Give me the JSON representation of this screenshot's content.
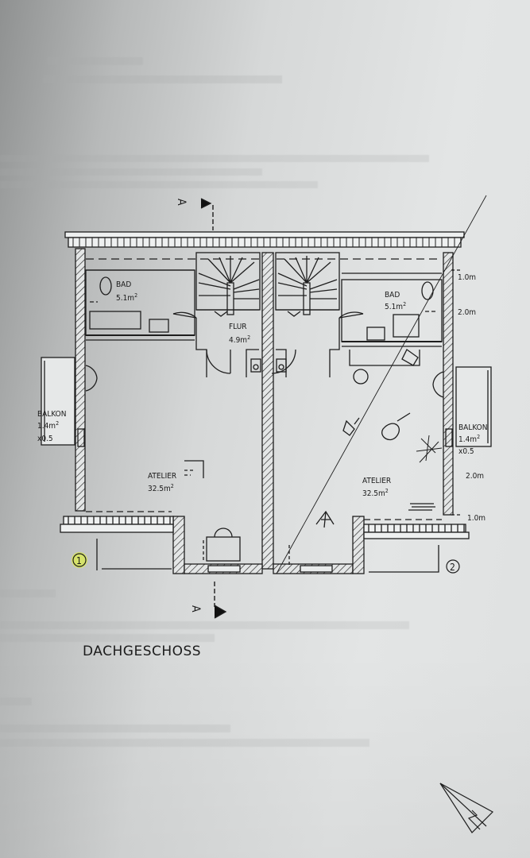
{
  "document": {
    "type": "architectural floor plan",
    "floor_title": "DACHGESCHOSS",
    "section_marker": "A",
    "units": [
      {
        "id": "1",
        "rooms": [
          {
            "name": "BAD",
            "area": "5.1m²"
          },
          {
            "name": "FLUR",
            "area": "4.9m²"
          },
          {
            "name": "ATELIER",
            "area": "32.5m²"
          },
          {
            "name": "BALKON",
            "area": "1.4m²",
            "factor": "x0.5"
          }
        ]
      },
      {
        "id": "2",
        "rooms": [
          {
            "name": "BAD",
            "area": "5.1m²"
          },
          {
            "name": "ATELIER",
            "area": "32.5m²"
          },
          {
            "name": "BALKON",
            "area": "1.4m²",
            "factor": "x0.5"
          }
        ]
      }
    ],
    "height_markers": [
      "1.0m",
      "2.0m",
      "2.0m",
      "1.0m"
    ],
    "north_arrow": "north-arrow-icon"
  },
  "labels": {
    "bad_left": "BAD",
    "bad_left_area": "5.1m",
    "bad_right": "BAD",
    "bad_right_area": "5.1m",
    "flur": "FLUR",
    "flur_area": "4.9m",
    "atelier_left": "ATELIER",
    "atelier_left_area": "32.5m",
    "atelier_right": "ATELIER",
    "atelier_right_area": "32.5m",
    "balkon_left": "BALKON",
    "balkon_left_area": "1.4m",
    "balkon_left_factor": "x0.5",
    "balkon_right": "BALKON",
    "balkon_right_area": "1.4m",
    "balkon_right_factor": "x0.5",
    "sup2": "2",
    "h_top_1": "1.0m",
    "h_top_2": "2.0m",
    "h_bot_2": "2.0m",
    "h_bot_1": "1.0m",
    "unit_1": "1",
    "unit_2": "2",
    "section_a": "A",
    "floor_title": "DACHGESCHOSS"
  }
}
